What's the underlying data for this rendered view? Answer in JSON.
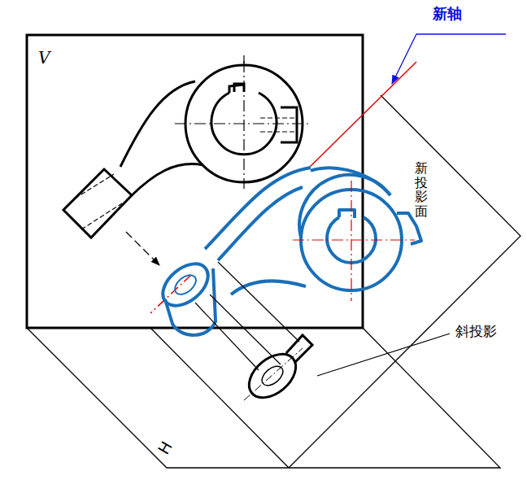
{
  "diagram": {
    "labels": [
      "V",
      "新轴",
      "新投影面",
      "斜投影",
      "H"
    ]
  }
}
